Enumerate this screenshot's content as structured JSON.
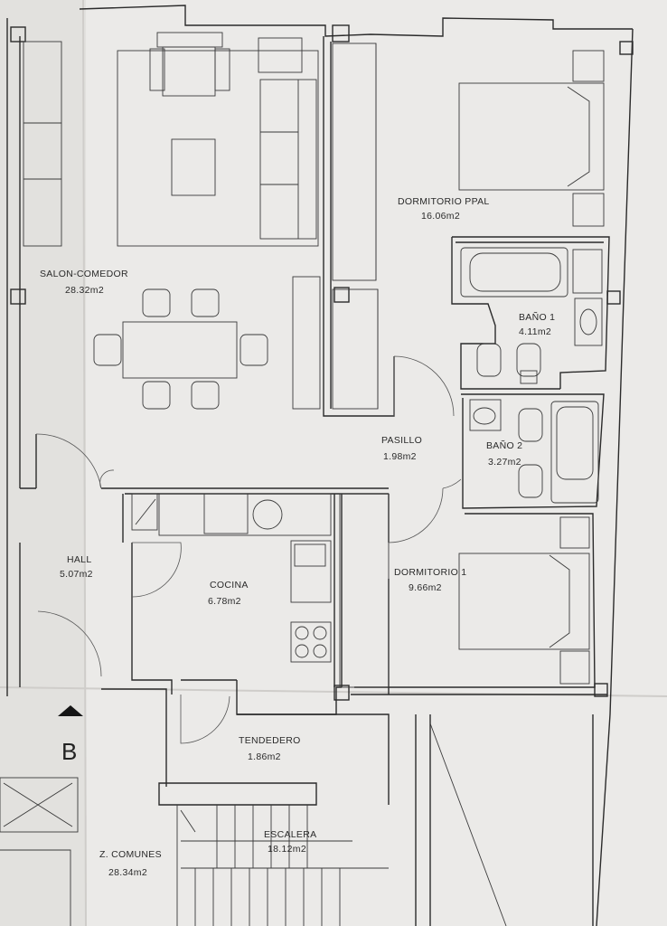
{
  "rooms": [
    {
      "id": "salon",
      "name": "SALON-COMEDOR",
      "area": "28.32m2"
    },
    {
      "id": "dormitorio-ppal",
      "name": "DORMITORIO  PPAL",
      "area": "16.06m2"
    },
    {
      "id": "bano1",
      "name": "BAÑO  1",
      "area": "4.11m2"
    },
    {
      "id": "pasillo",
      "name": "PASILLO",
      "area": "1.98m2"
    },
    {
      "id": "bano2",
      "name": "BAÑO  2",
      "area": "3.27m2"
    },
    {
      "id": "hall",
      "name": "HALL",
      "area": "5.07m2"
    },
    {
      "id": "cocina",
      "name": "COCINA",
      "area": "6.78m2"
    },
    {
      "id": "dormitorio1",
      "name": "DORMITORIO  1",
      "area": "9.66m2"
    },
    {
      "id": "tendedero",
      "name": "TENDEDERO",
      "area": "1.86m2"
    },
    {
      "id": "escalera",
      "name": "ESCALERA",
      "area": "18.12m2"
    },
    {
      "id": "comunes",
      "name": "Z. COMUNES",
      "area": "28.34m2"
    }
  ],
  "section_marker": "B"
}
